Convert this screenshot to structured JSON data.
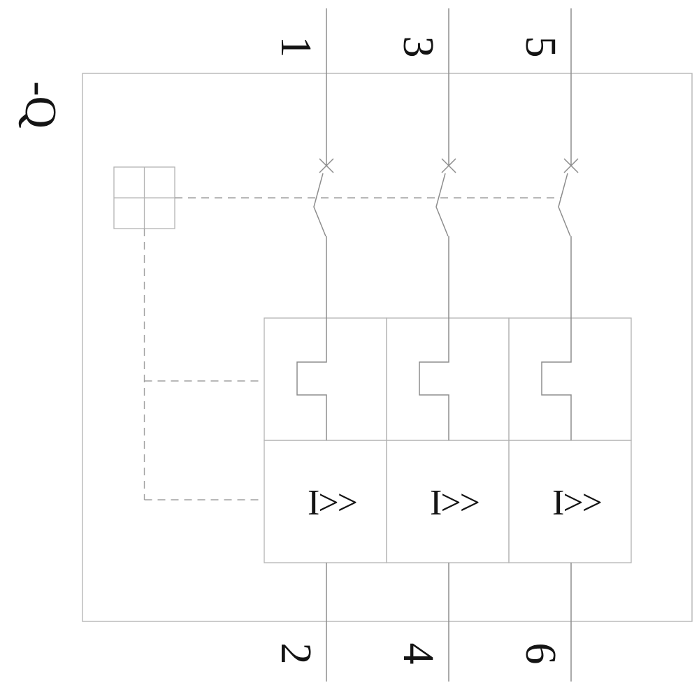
{
  "diagram": {
    "designator": "-Q",
    "terminals_top": [
      "1",
      "3",
      "5"
    ],
    "terminals_bottom": [
      "2",
      "4",
      "6"
    ],
    "trip_units": [
      {
        "label": "I>>"
      },
      {
        "label": "I>>"
      },
      {
        "label": "I>>"
      }
    ],
    "symbols": {
      "contact": "x-contact-icon",
      "thermal_overload": "rect-bump-icon",
      "actuator": "crossed-square-icon",
      "mechanical_link": "dashed-linkage-line"
    },
    "colors": {
      "frame": "#b6b6b6",
      "wire": "#8d8d8d",
      "dash": "#a0a0a0",
      "text": "#141414",
      "background": "#ffffff"
    }
  }
}
